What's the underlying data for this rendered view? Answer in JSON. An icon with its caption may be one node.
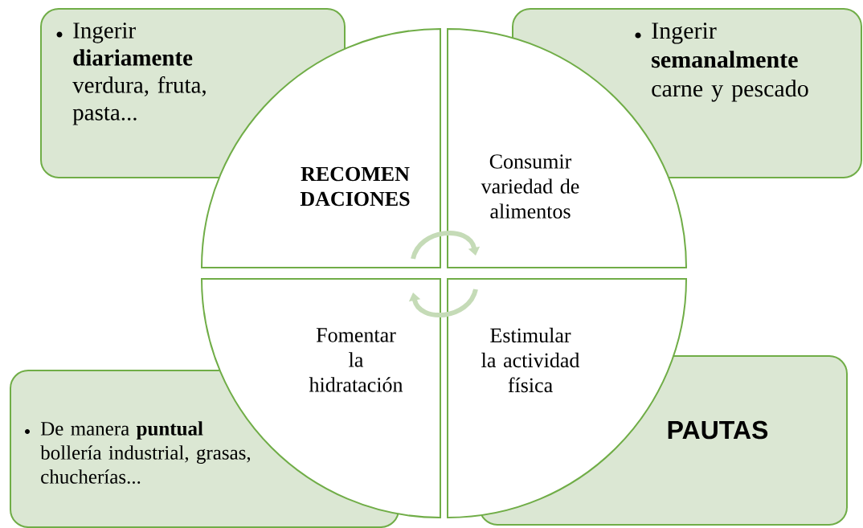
{
  "diagram": {
    "nodes": [
      {
        "text": [
          "Ingerir **diariamente** verdura, fruta, pasta..."
        ]
      },
      {
        "text": [
          "Ingerir **semanalmente** carne y pescado"
        ]
      },
      {
        "text": [
          "RECOMEN DACIONES"
        ]
      },
      {
        "text": [
          "Consumir variedad de alimentos"
        ]
      },
      {
        "text": [
          "Fomentar la hidratación"
        ]
      },
      {
        "text": [
          "Estimular la actividad física"
        ]
      },
      {
        "text": [
          "De manera **puntual** bollería industrial, grasas, chucherías..."
        ]
      },
      {
        "text": [
          "PAUTAS"
        ]
      }
    ],
    "edges": [
      {
        "from": 2,
        "to": 3,
        "arrow": "to"
      },
      {
        "from": 5,
        "to": 4,
        "arrow": "to"
      }
    ]
  }
}
